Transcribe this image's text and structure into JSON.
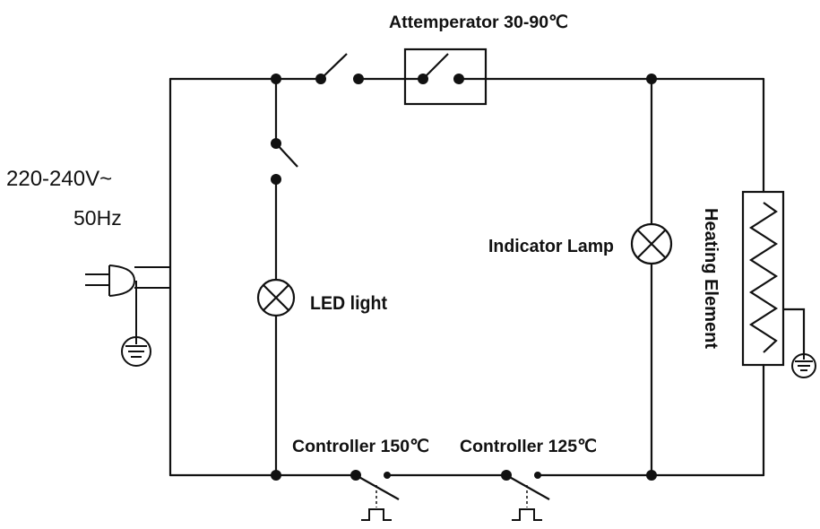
{
  "supply": {
    "voltage": "220-240V~",
    "frequency": "50Hz"
  },
  "components": {
    "thermostat": "Attemperator 30-90℃",
    "led": "LED light",
    "indicator": "Indicator Lamp",
    "heater": "Heating Element",
    "controller_1": "Controller 150℃",
    "controller_2": "Controller 125℃"
  },
  "colors": {
    "wire": "#111111",
    "background": "#ffffff"
  }
}
